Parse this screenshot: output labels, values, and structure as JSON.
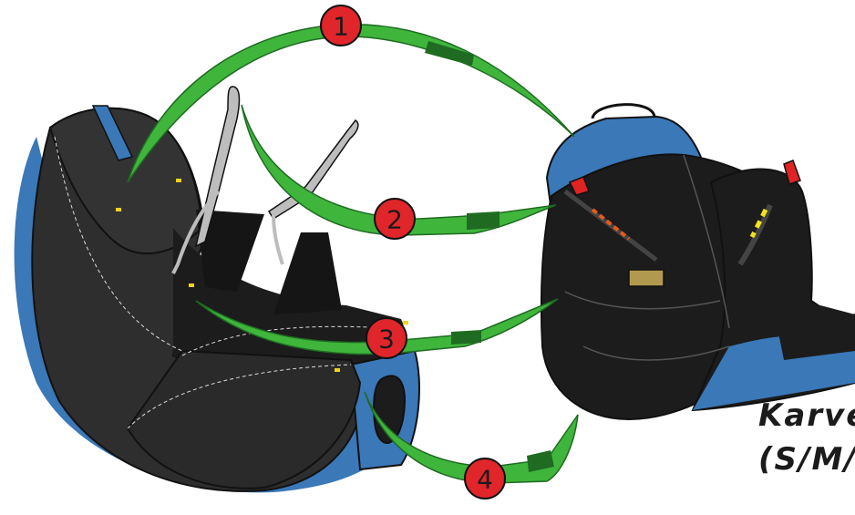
{
  "diagram": {
    "steps": [
      {
        "number": "1"
      },
      {
        "number": "2"
      },
      {
        "number": "3"
      },
      {
        "number": "4"
      }
    ],
    "caption_line1": "Karve",
    "caption_line2": "(S/M/L",
    "colors": {
      "arrow_green": "#3fb53c",
      "arrow_dark_green": "#1f6b22",
      "marker_red": "#e0262b",
      "harness_black": "#1c1c1c",
      "harness_grey": "#2e2e2e",
      "harness_blue": "#3a78b8",
      "accent_yellow": "#f2d21a",
      "accent_red": "#e02323"
    }
  }
}
